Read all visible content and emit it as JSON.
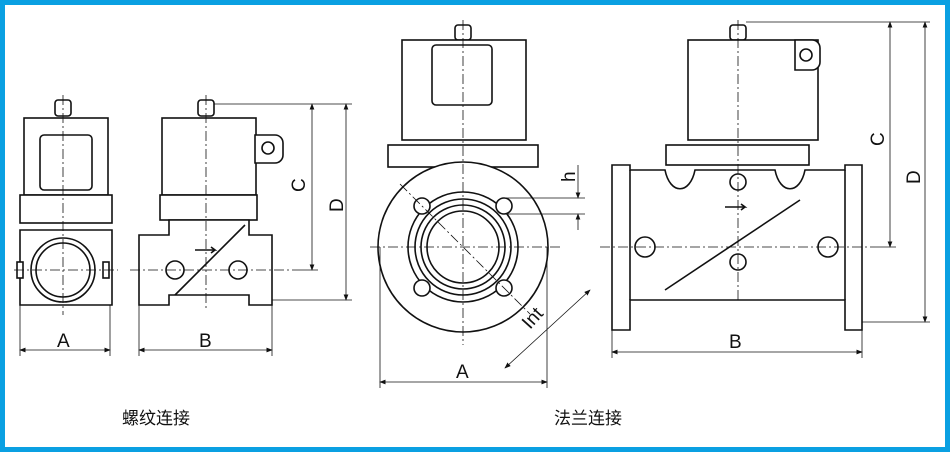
{
  "border_color": "#0aa0e2",
  "dimensions": {
    "A": "A",
    "B": "B",
    "C": "C",
    "D": "D",
    "h": "h",
    "Int": "Int"
  },
  "captions": {
    "threaded": "螺纹连接",
    "flanged": "法兰连接"
  }
}
